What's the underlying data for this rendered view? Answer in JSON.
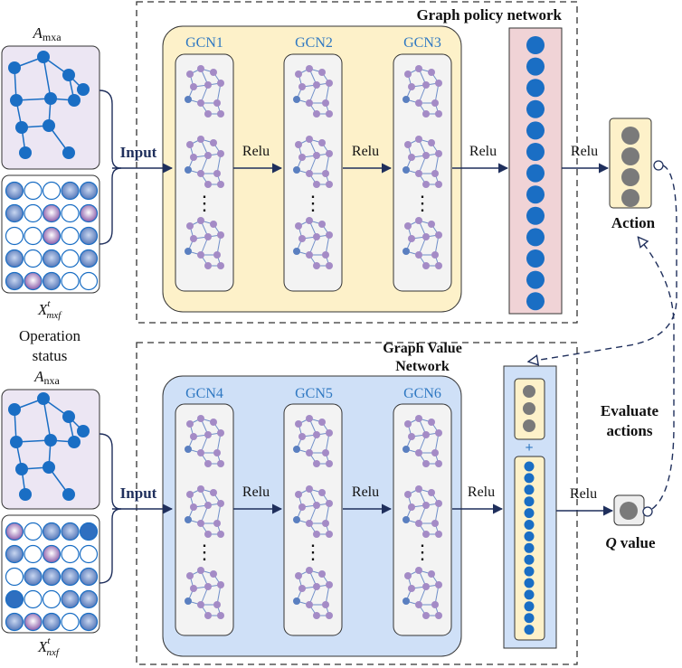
{
  "title_policy": "Graph policy network",
  "title_value_line1": "Graph Value",
  "title_value_line2": "Network",
  "gcn_labels": [
    "GCN1",
    "GCN2",
    "GCN3",
    "GCN4",
    "GCN5",
    "GCN6"
  ],
  "relu": "Relu",
  "input": "Input",
  "action": "Action",
  "q_symbol": "Q",
  "q_word": "value",
  "evaluate_line1": "Evaluate",
  "evaluate_line2": "actions",
  "operation_line1": "Operation",
  "operation_line2": "status",
  "a_m_main": "A",
  "a_m_sub": "mxa",
  "a_n_main": "A",
  "a_n_sub": "nxa",
  "x_m_main": "X",
  "x_m_sup": "t",
  "x_m_sub": "mxf",
  "x_n_main": "X",
  "x_n_sup": "t",
  "x_n_sub": "nxf",
  "ellipsis": "⋮",
  "plus": "+",
  "colors": {
    "node_blue": "#1a6ec4",
    "policy_bg": "#fdf1c9",
    "value_bg": "#cfe0f7",
    "adj_bg": "#ece6f3",
    "vector_bg": "#f0d3d6",
    "arrow": "#1f2f5c",
    "label_blue": "#2f78c2",
    "graph_node": "#a48bc6",
    "graph_edge": "#6f8ec9",
    "gray_node": "#7a7a7a"
  }
}
